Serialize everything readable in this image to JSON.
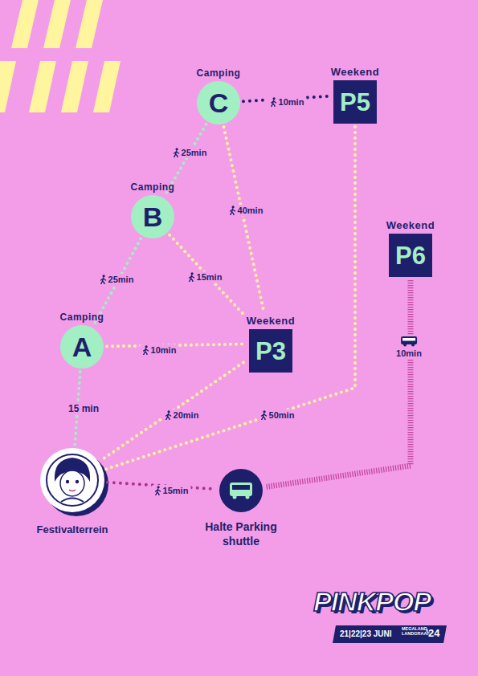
{
  "diagram": {
    "nodes": [
      {
        "text": [
          "Camping",
          "C"
        ]
      },
      {
        "text": [
          "Weekend",
          "P5"
        ]
      },
      {
        "text": [
          "Camping",
          "B"
        ]
      },
      {
        "text": [
          "Weekend",
          "P6"
        ]
      },
      {
        "text": [
          "Camping",
          "A"
        ]
      },
      {
        "text": [
          "Weekend",
          "P3"
        ]
      },
      {
        "text": [
          "Festivalterrein"
        ]
      },
      {
        "text": [
          "Halte Parking shuttle"
        ]
      }
    ],
    "edges": [
      {
        "from": 0,
        "to": 1,
        "label": "10min",
        "arrow": "none"
      },
      {
        "from": 0,
        "to": 2,
        "label": "25min",
        "arrow": "none"
      },
      {
        "from": 0,
        "to": 5,
        "label": "40min",
        "arrow": "none"
      },
      {
        "from": 2,
        "to": 4,
        "label": "25min",
        "arrow": "none"
      },
      {
        "from": 2,
        "to": 5,
        "label": "15min",
        "arrow": "none"
      },
      {
        "from": 4,
        "to": 5,
        "label": "10min",
        "arrow": "none"
      },
      {
        "from": 4,
        "to": 6,
        "label": "15 min",
        "arrow": "none"
      },
      {
        "from": 5,
        "to": 6,
        "label": "20min",
        "arrow": "none"
      },
      {
        "from": 1,
        "to": 6,
        "label": "50min",
        "arrow": "none"
      },
      {
        "from": 6,
        "to": 7,
        "label": "15min",
        "arrow": "none"
      },
      {
        "from": 3,
        "to": 7,
        "label": "10min",
        "arrow": "none"
      }
    ],
    "labels": [
      "PINKPOP",
      "21|22|23 JUNI",
      "MEGALAND LANDGRAAF",
      "'24"
    ]
  }
}
